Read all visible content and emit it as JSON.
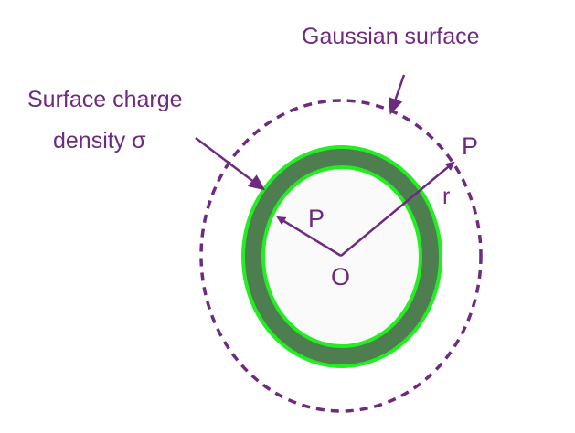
{
  "labels": {
    "gaussian_surface": "Gaussian surface",
    "surface_charge_line1": "Surface charge",
    "surface_charge_line2": "density σ",
    "point_inside": "P",
    "point_outside": "P",
    "center": "O",
    "radius": "r"
  },
  "colors": {
    "purple": "#6e2a7e",
    "shell_fill": "#4e7d4f",
    "shell_edge": "#22ee22",
    "interior": "#fafafa"
  }
}
